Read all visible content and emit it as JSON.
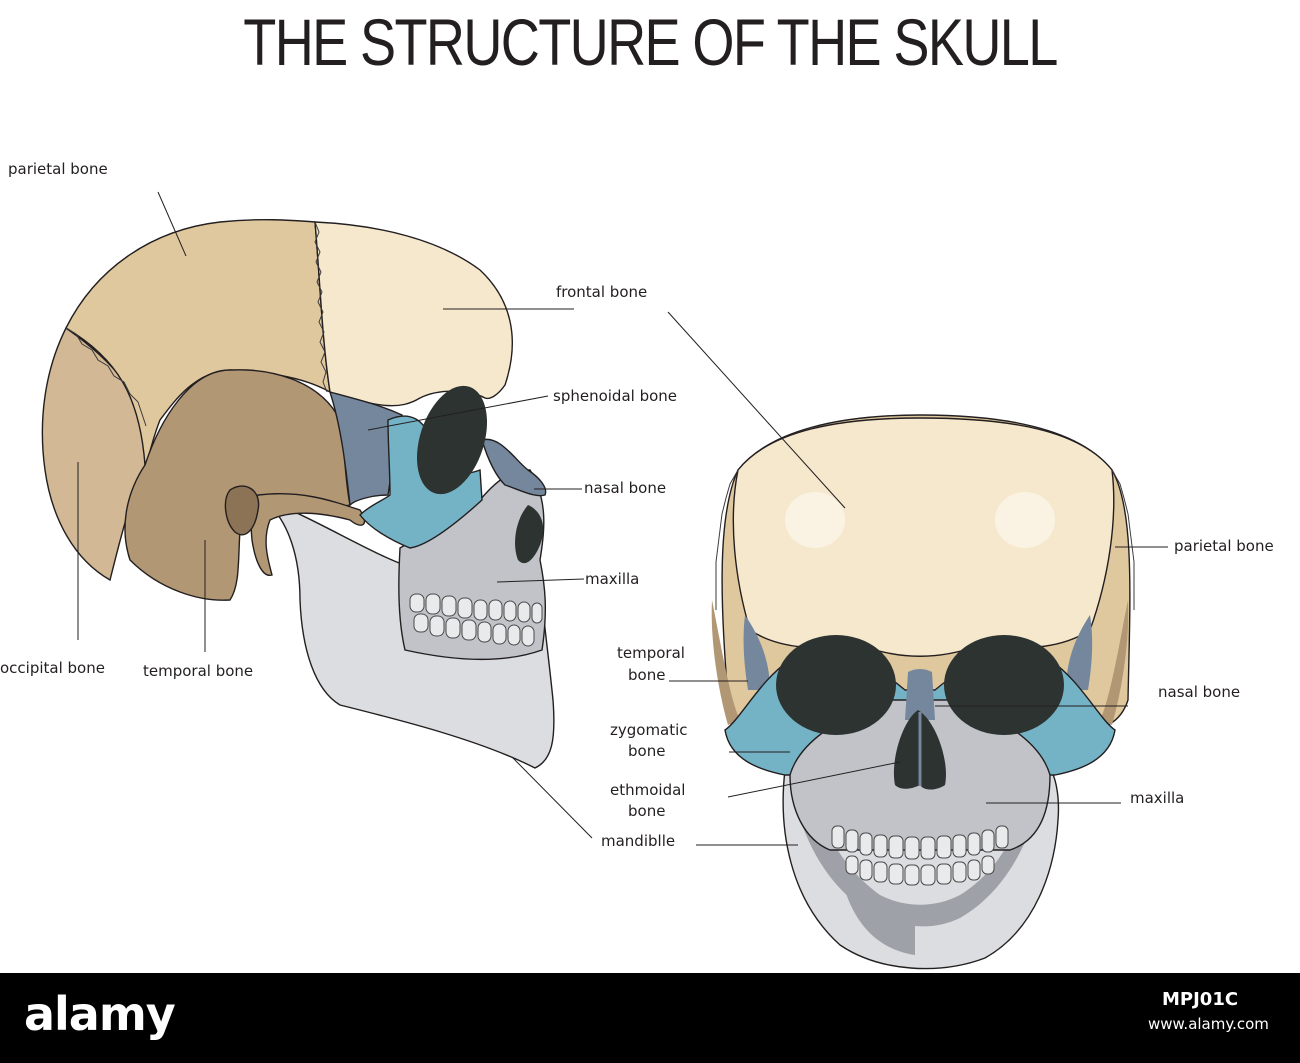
{
  "title": "THE STRUCTURE OF THE SKULL",
  "labels": {
    "lateral": {
      "parietal": "parietal bone",
      "frontal": "frontal bone",
      "sphenoidal": "sphenoidal  bone",
      "nasal": "nasal bone",
      "maxilla": "maxilla",
      "occipital": "occipital bone",
      "temporal": "temporal bone",
      "mandible": "mandiblle"
    },
    "frontal": {
      "parietal": "parietal  bone",
      "temporal_line1": "temporal",
      "temporal_line2": "bone",
      "nasal": "nasal bone",
      "zygomatic_line1": "zygomatic",
      "zygomatic_line2": "bone",
      "ethmoidal_line1": "ethmoidal",
      "ethmoidal_line2": "bone",
      "maxilla": "maxilla"
    }
  },
  "colors": {
    "frontal_bone": "#f6e8cd",
    "parietal_bone": "#e0c89e",
    "occipital_bone": "#d2b894",
    "temporal_bone": "#b19774",
    "sphenoidal_bone": "#74879d",
    "zygomatic_bone": "#74b3c6",
    "maxilla": "#c1c3c8",
    "mandible": "#dcdde1",
    "orbit": "#2c3330",
    "watermark_bar": "#000000"
  },
  "watermark": {
    "logo": "alamy",
    "image_id": "MPJ01C",
    "url": "www.alamy.com"
  }
}
